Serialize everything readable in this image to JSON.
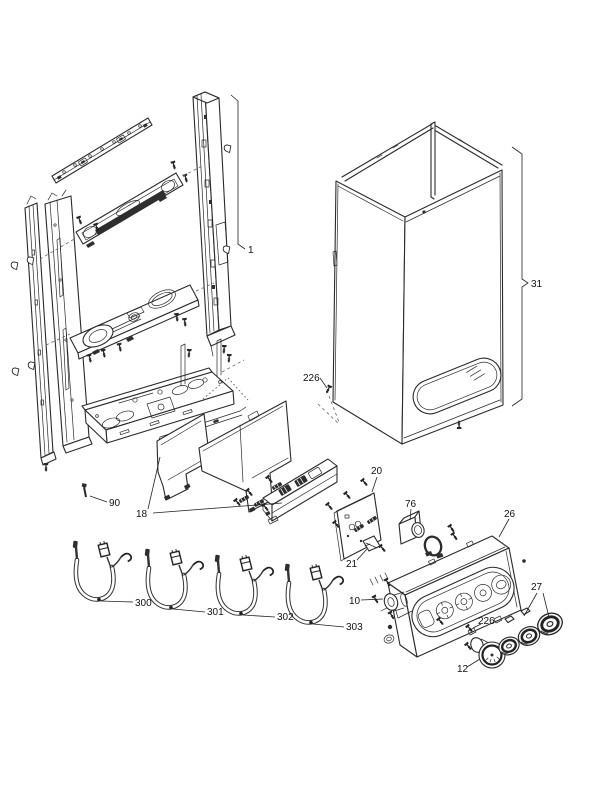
{
  "diagram": {
    "type": "exploded-parts-diagram",
    "subject": "wall-hung boiler: mounting frame, outer casing, control panel and cables",
    "colors": {
      "background": "#ffffff",
      "line": "#2a2a2a",
      "label_text": "#111111"
    },
    "callouts": {
      "frame_assembly": "1",
      "outer_casing": "31",
      "casing_screw": "226",
      "fixing_pin": "90",
      "mounting_panels": "18",
      "control_pcb": "20",
      "pcb_connector": "21",
      "transformer": "76",
      "control_panel_chassis": "26",
      "potentiometer": "10",
      "cable_300": "300",
      "cable_301": "301",
      "cable_302": "302",
      "cable_303": "303",
      "control_knobs": "27",
      "panel_screw": "226",
      "pressure_gauge": "12"
    }
  }
}
